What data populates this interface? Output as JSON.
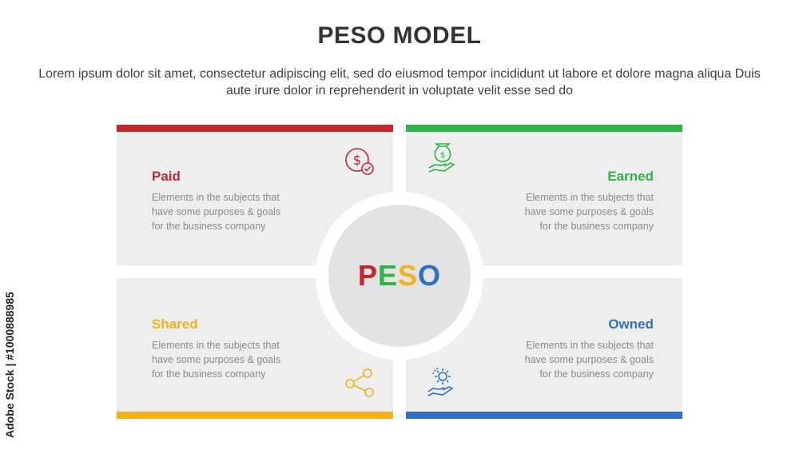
{
  "title": "PESO MODEL",
  "subtitle": "Lorem ipsum dolor sit amet, consectetur adipiscing elit, sed do eiusmod tempor incididunt ut labore et dolore magna aliqua Duis aute irure dolor in reprehenderit in voluptate velit esse sed do",
  "center": {
    "letters": [
      "P",
      "E",
      "S",
      "O"
    ],
    "colors": [
      "#c0282d",
      "#2fb348",
      "#f2b11d",
      "#2f6fc4"
    ]
  },
  "quadrants": {
    "paid": {
      "title": "Paid",
      "color": "#c0282d",
      "icon": "dollar-coin-check-icon",
      "desc": "Elements in the subjects that\nhave  some purposes & goals\nfor the  business company"
    },
    "earned": {
      "title": "Earned",
      "color": "#2fb348",
      "icon": "money-bag-hand-icon",
      "desc": "Elements in the subjects that\nhave  some purposes & goals\nfor the  business company"
    },
    "shared": {
      "title": "Shared",
      "color": "#f2b11d",
      "icon": "share-icon",
      "desc": "Elements in the subjects that\nhave  some purposes & goals\nfor the  business company"
    },
    "owned": {
      "title": "Owned",
      "color": "#2f6fc4",
      "icon": "gear-hand-icon",
      "desc": "Elements in the subjects that\nhave  some purposes & goals\nfor the  business company"
    }
  },
  "watermark": "Adobe Stock | #1000888985"
}
